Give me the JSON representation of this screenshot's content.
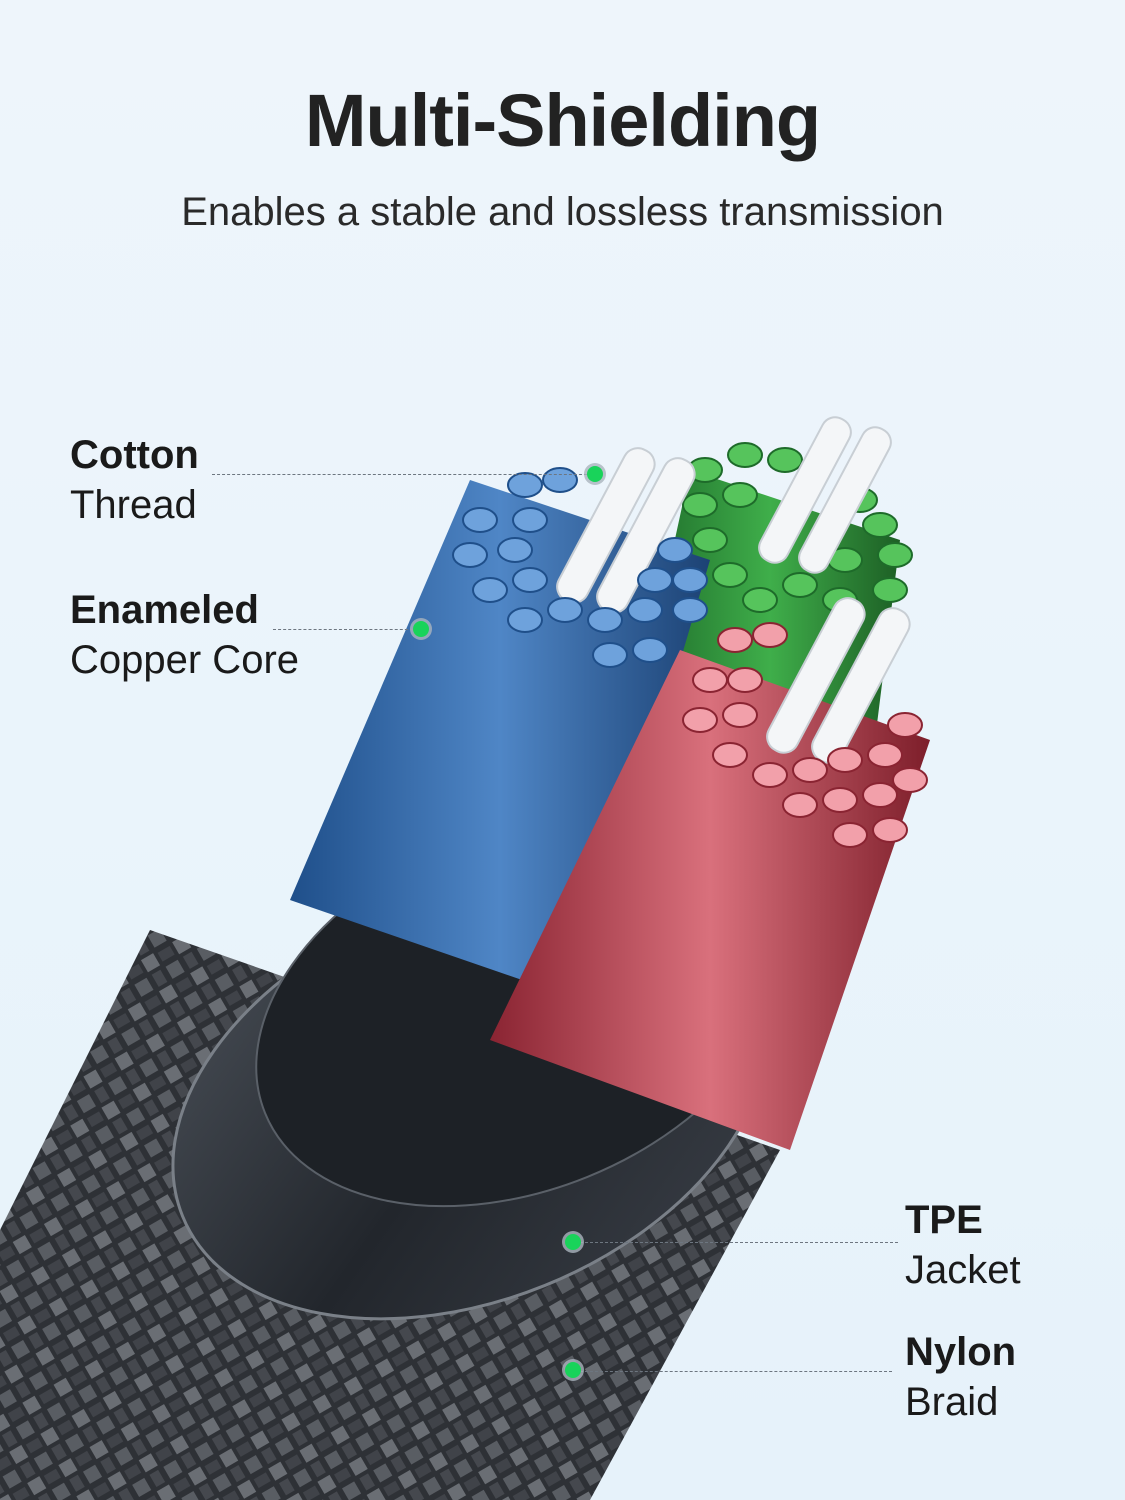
{
  "header": {
    "title": "Multi-Shielding",
    "subtitle": "Enables a stable and lossless transmission"
  },
  "callouts": [
    {
      "bold": "Cotton",
      "regular": "Thread"
    },
    {
      "bold": "Enameled",
      "regular": "Copper Core"
    },
    {
      "bold": "TPE",
      "regular": "Jacket"
    },
    {
      "bold": "Nylon",
      "regular": "Braid"
    }
  ],
  "colors": {
    "background": "#eaf4fb",
    "marker": "#19d35a",
    "blue_core": "#4f86c6",
    "green_core": "#3fae4a",
    "red_core": "#d9707c",
    "jacket": "#2a2e35",
    "braid": "#3a3d42"
  }
}
